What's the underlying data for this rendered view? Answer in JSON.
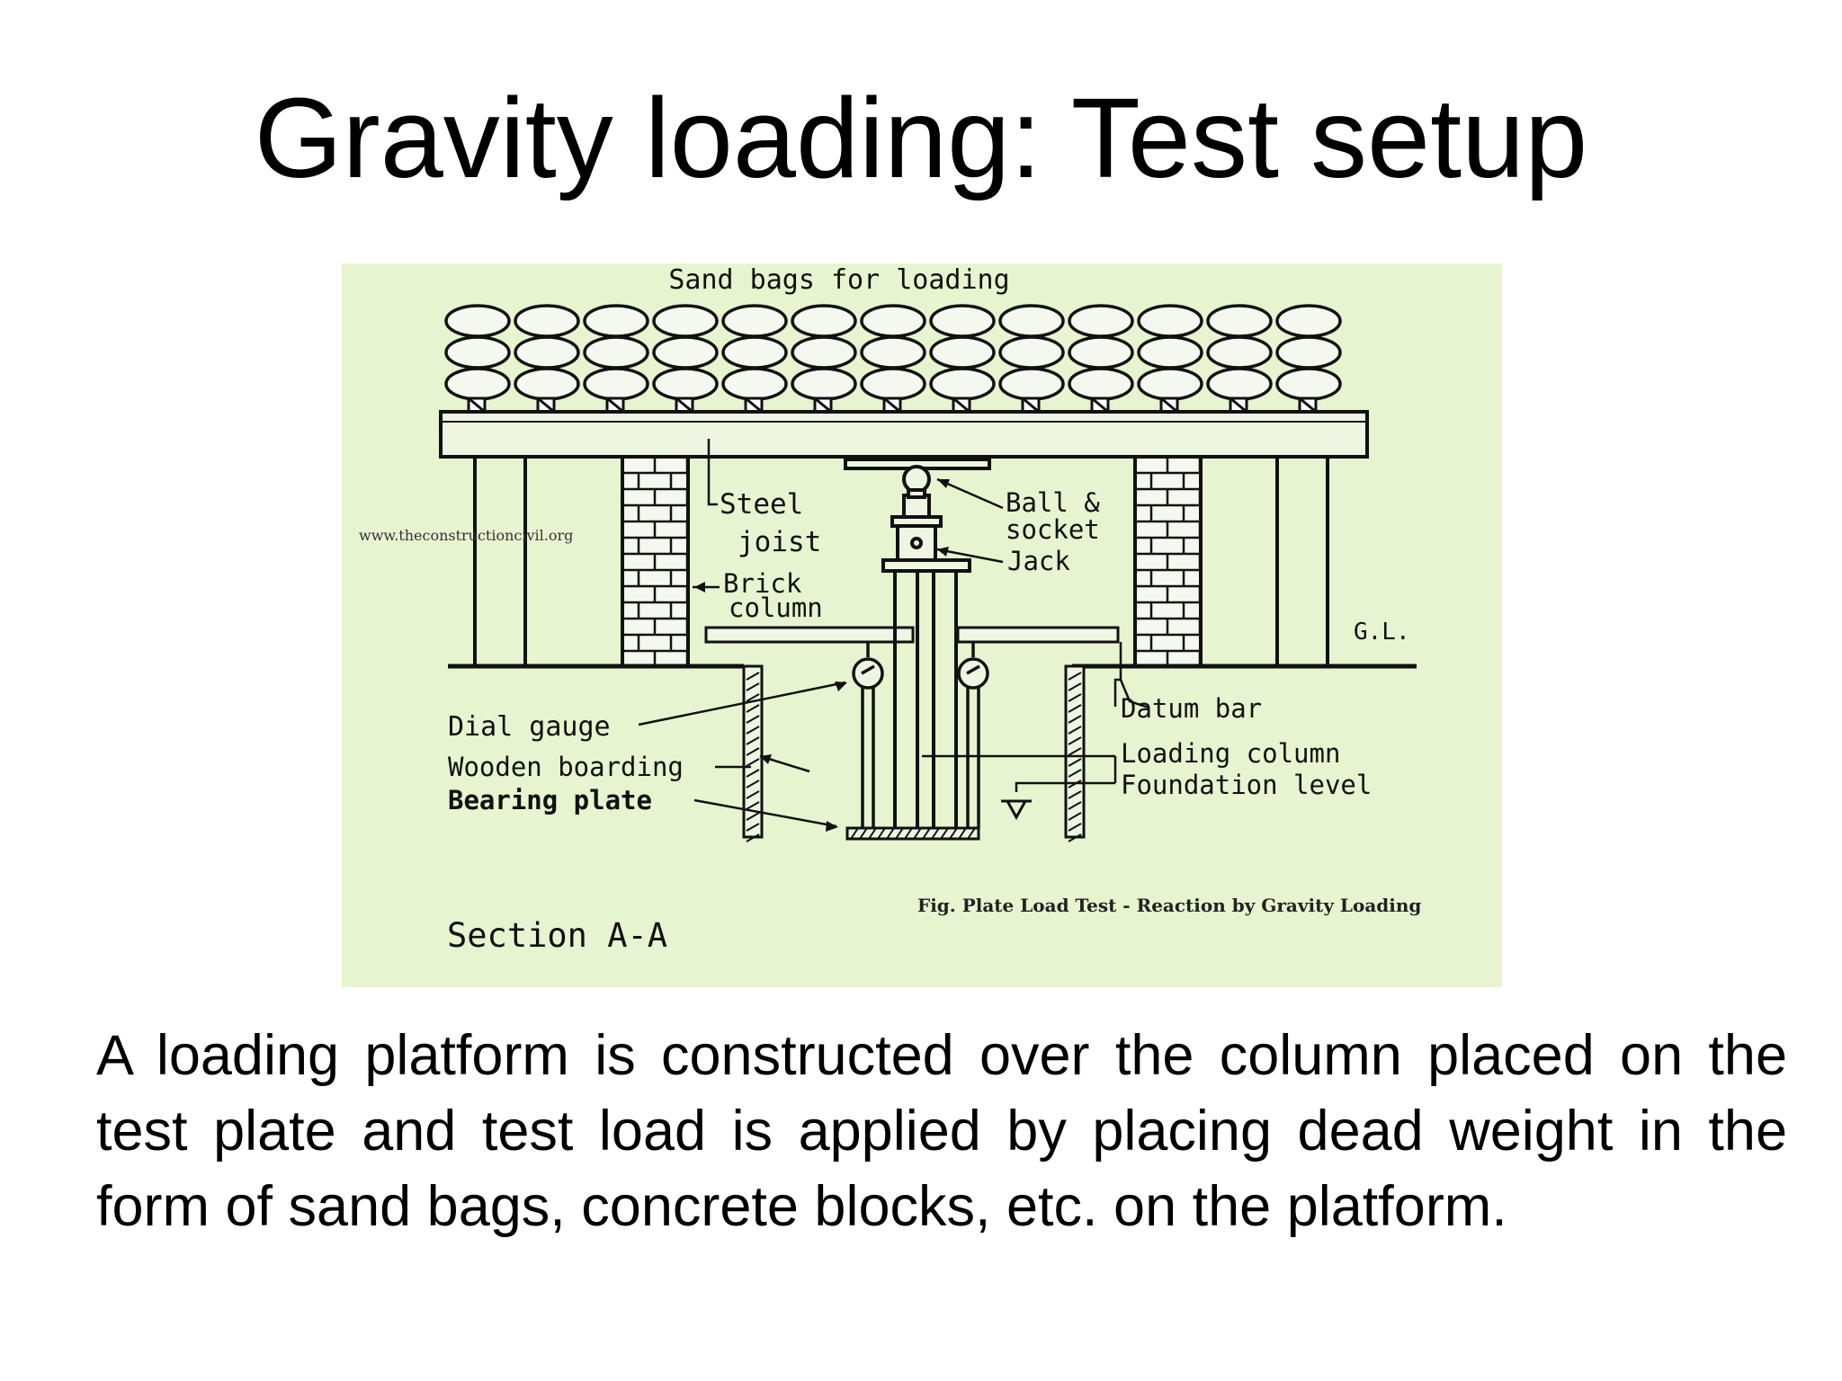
{
  "slide": {
    "title": "Gravity loading: Test setup",
    "body": "A loading platform is constructed over the column placed on the test plate and test load is applied by placing dead weight in the form of sand bags, concrete blocks, etc. on the platform."
  },
  "figure": {
    "background": "#e6f5cf",
    "labels": {
      "sand_bags": "Sand bags for loading",
      "steel_joist": "Steel joist",
      "ball_socket_1": "Ball &",
      "ball_socket_2": "socket",
      "jack": "Jack",
      "brick_column_1": "Brick",
      "brick_column_2": "column",
      "gl": "G.L.",
      "dial_gauge": "Dial gauge",
      "wooden_boarding": "Wooden boarding",
      "bearing_plate": "Bearing plate",
      "datum_bar": "Datum bar",
      "loading_column": "Loading column",
      "foundation_level": "Foundation level",
      "section": "Section A-A",
      "caption": "Fig. Plate Load Test -  Reaction by Gravity Loading",
      "watermark": "www.theconstructioncivil.org"
    }
  }
}
